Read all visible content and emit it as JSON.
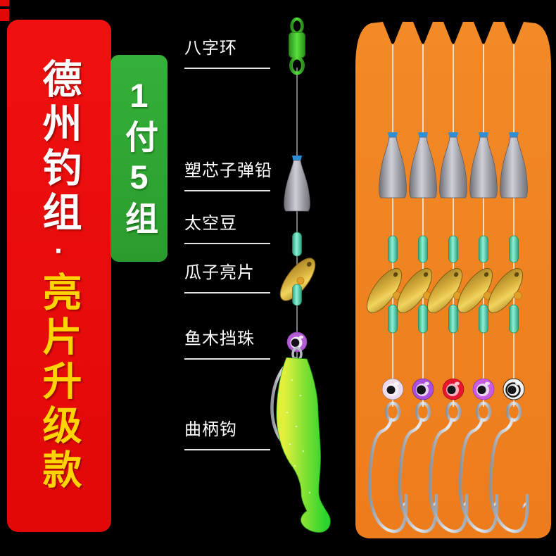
{
  "banner": {
    "series_white": "德州钓组",
    "separator": "·",
    "series_yellow": "亮片升级款",
    "bg_color": "#e90909",
    "yellow_color": "#ffd400"
  },
  "badge": {
    "text": "1付5组",
    "bg_color": "#2fa433"
  },
  "labels": [
    "八字环",
    "塑芯子弹铅",
    "太空豆",
    "瓜子亮片",
    "鱼木挡珠",
    "曲柄钩"
  ],
  "diagram": {
    "bead_color": "#b55bd6",
    "swivel_color": "#3fcb28",
    "collar_color": "#2e8fd6",
    "bean_color": "#49d4a8",
    "blade_color": "#d4ab3a",
    "lure_green": "#35d139",
    "lure_yellow": "#e0f03c",
    "sinker_color": "#b7b9c0",
    "hook_color": "#c2c6cc"
  },
  "board": {
    "rig_count": 5,
    "bg_color": "#f08021",
    "line_color": "#f4f2ee",
    "bead_colors": [
      "#eed8ec",
      "#a84fe0",
      "#e6162f",
      "#ca5ce4",
      "#f4f2f0"
    ]
  }
}
